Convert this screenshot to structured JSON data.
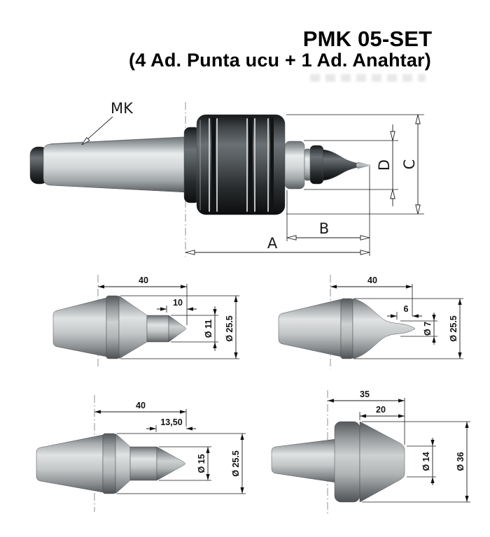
{
  "header": {
    "title": "PMK 05-SET",
    "subtitle": "(4 Ad. Punta ucu + 1 Ad. Anahtar)"
  },
  "main_drawing": {
    "taper_label": "MK",
    "dim_a": "A",
    "dim_b": "B",
    "dim_c": "C",
    "dim_d": "D"
  },
  "tips": [
    {
      "length_total": "40",
      "length_tip": "10",
      "tip_diameter": "Ø 11",
      "body_diameter": "Ø 25.5"
    },
    {
      "length_total": "40",
      "length_tip": "6",
      "tip_diameter": "Ø 7",
      "body_diameter": "Ø 25.5"
    },
    {
      "length_total": "40",
      "length_tip": "13,50",
      "tip_diameter": "Ø 15",
      "body_diameter": "Ø 25.5"
    },
    {
      "length_total": "35",
      "length_tip": "20",
      "tip_diameter": "Ø 14",
      "body_diameter": "Ø 36"
    }
  ]
}
